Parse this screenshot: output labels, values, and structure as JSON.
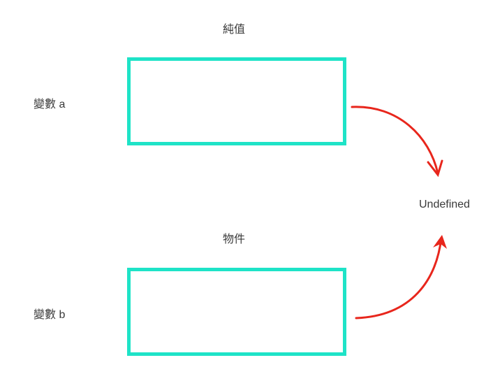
{
  "headers": {
    "primitive": "純值",
    "object": "物件"
  },
  "variables": {
    "a": "變數 a",
    "b": "變數 b"
  },
  "target": "Undefined",
  "colors": {
    "box": "#1ee3c7",
    "arrow": "#e8261c"
  }
}
